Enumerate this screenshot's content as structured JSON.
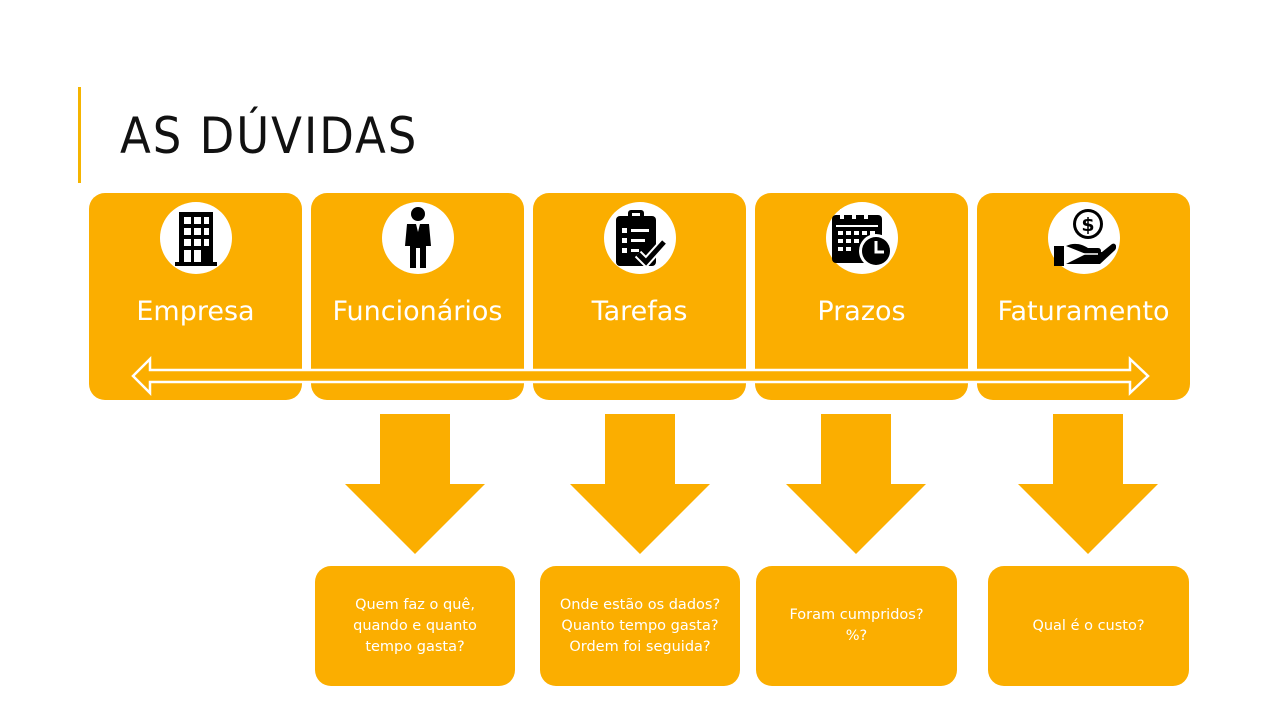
{
  "title": "AS DÚVIDAS",
  "colors": {
    "accent": "#fbae00",
    "title": "#111111",
    "card_text": "#ffffff"
  },
  "categories": [
    {
      "label": "Empresa",
      "icon": "office-building-icon"
    },
    {
      "label": "Funcionários",
      "icon": "person-icon"
    },
    {
      "label": "Tarefas",
      "icon": "clipboard-check-icon"
    },
    {
      "label": "Prazos",
      "icon": "calendar-clock-icon"
    },
    {
      "label": "Faturamento",
      "icon": "hand-money-icon"
    }
  ],
  "questions": [
    {
      "lines": [
        "Quem faz o quê,",
        "quando e quanto",
        "tempo gasta?"
      ]
    },
    {
      "lines": [
        "Onde estão os dados?",
        "Quanto tempo gasta?",
        "Ordem foi seguida?"
      ]
    },
    {
      "lines": [
        "Foram cumpridos?",
        "%?"
      ]
    },
    {
      "lines": [
        "Qual é o custo?"
      ]
    }
  ]
}
